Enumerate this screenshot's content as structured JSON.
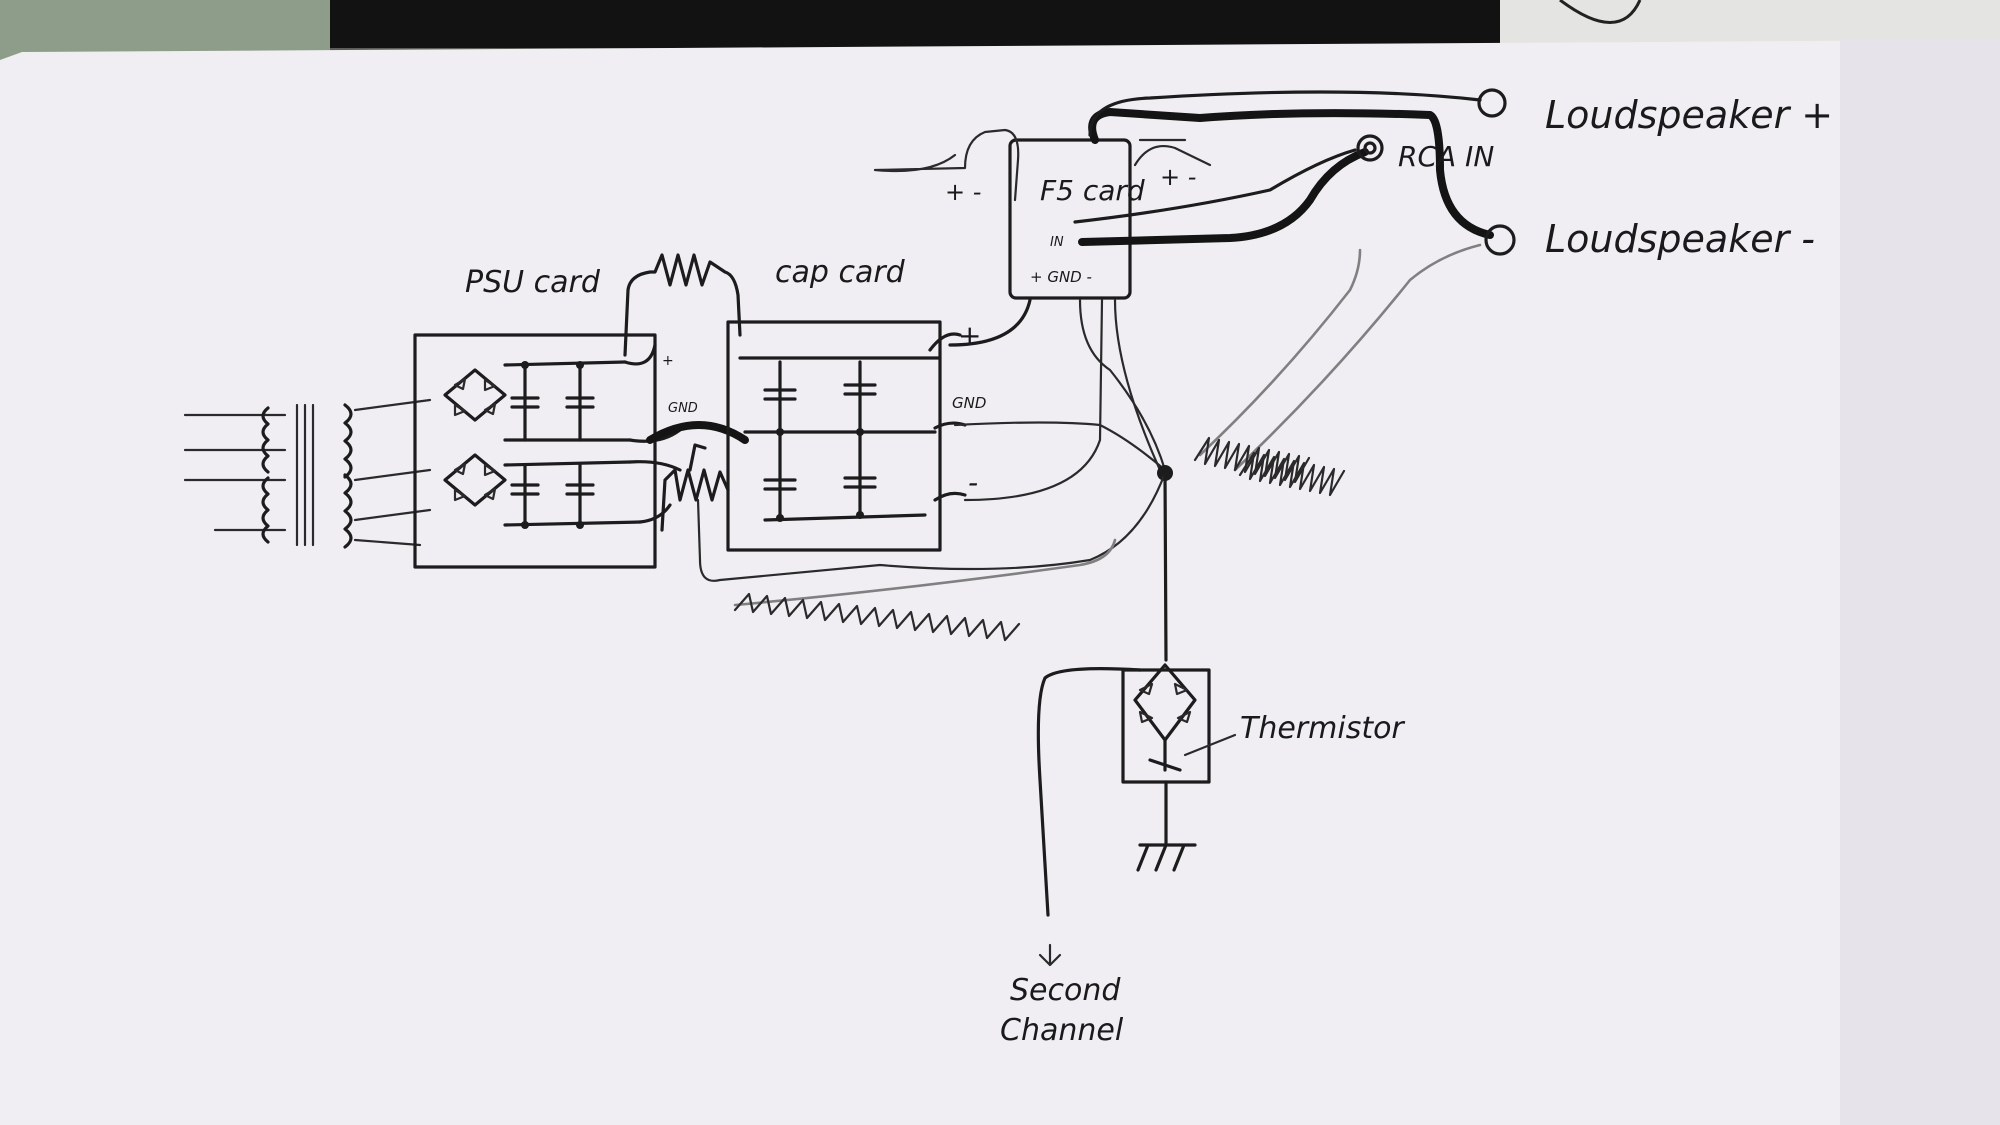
{
  "labels": {
    "psu_card": "PSU card",
    "cap_card": "cap card",
    "f5_card": "F5 card",
    "rca_in": "RCA IN",
    "loudspeaker_plus": "Loudspeaker +",
    "loudspeaker_minus": "Loudspeaker -",
    "thermistor": "Thermistor",
    "second_channel_line1": "Second",
    "second_channel_line2": "Channel",
    "plus": "+",
    "minus": "-",
    "gnd": "GND",
    "in": "IN",
    "f5_supply": "+ GND -",
    "f5_left_pins": "+ -",
    "f5_right_pins": "+ -",
    "psu_pin_plus": "+",
    "psu_pin_gnd": "GND"
  },
  "colors": {
    "paper": "#f0eef3",
    "ink": "#1c1c1c",
    "background": "#5b5f57",
    "twisted_wire": "#808080"
  }
}
